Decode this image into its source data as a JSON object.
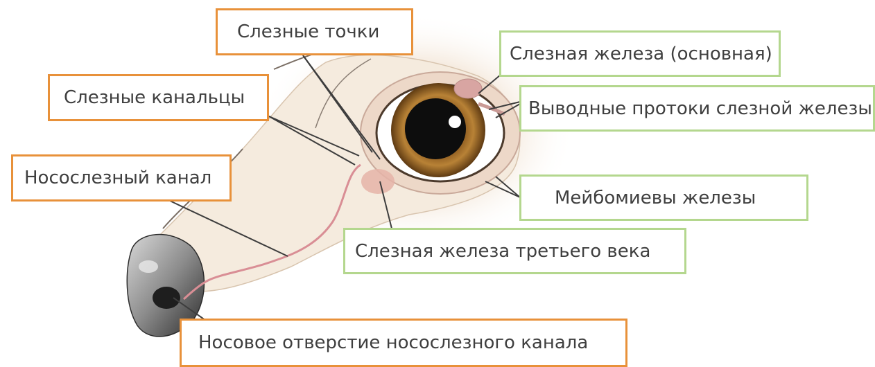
{
  "colors": {
    "orange_border": "#e8913a",
    "green_border": "#b4d78e",
    "text": "#3f3f3f",
    "duct": "#d98e95",
    "iris": "#a8742e",
    "skin": "#f3e7d8"
  },
  "labels": {
    "puncta": "Слезные точки",
    "canaliculi": "Слезные канальцы",
    "nasolacrimal_duct": "Носослезный канал",
    "nasal_opening": "Носовое отверстие носослезного канала",
    "main_gland": "Слезная железа (основная)",
    "gland_ducts": "Выводные протоки слезной железы",
    "meibomian": "Мейбомиевы железы",
    "third_eyelid_gland": "Слезная железа третьего века"
  }
}
